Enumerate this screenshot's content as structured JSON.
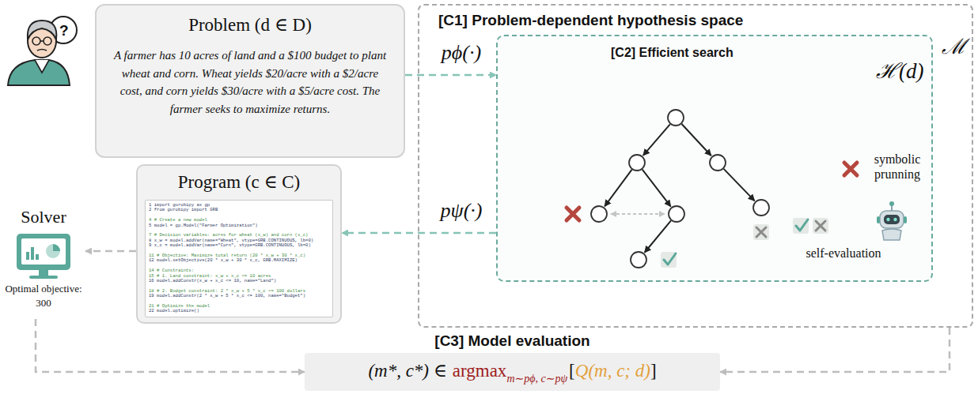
{
  "diagram": {
    "nodes": [
      {
        "text": [
          "Problem (d ∈ D)",
          "A farmer has 10 acres of land and a $100 budget to plant wheat and corn. Wheat yields $20/acre with a $2/acre cost, and corn yields $30/acre with a $5/acre cost. The farmer seeks to maximize returns."
        ]
      },
      {
        "text": [
          "[C1] Problem-dependent hypothesis space",
          "ℳ"
        ]
      },
      {
        "text": [
          "[C2] Efficient search",
          "ℋ(d)",
          "symbolic prunning",
          "self-evaluation"
        ],
        "in": 1
      },
      {
        "text": [
          "Program (c ∈ C)"
        ]
      },
      {
        "text": [
          "1 import gurobipy as gp",
          "2 from gurobipy import GRB",
          "4 # Create a new model",
          "5 model = gp.Model(\"Farmer Optimization\")",
          "7 # Decision variables: acres for wheat (x_w) and corn (x_c)",
          "8 x_w = model.addVar(name=\"Wheat\", vtype=GRB.CONTINUOUS, lb=0)",
          "9 x_c = model.addVar(name=\"Corn\", vtype=GRB.CONTINUOUS, lb=0)",
          "11 # Objective: Maximize total return (20 * x_w + 30 * x_c)",
          "12 model.setObjective(20 * x_w + 30 * x_c, GRB.MAXIMIZE)",
          "14 # Constraints:",
          "15 # 1. Land constraint: x_w + x_c <= 10 acres",
          "16 model.addConstr(x_w + x_c <= 10, name=\"Land\")",
          "18 # 2. Budget constraint: 2 * x_w + 5 * x_c <= 100 dollars",
          "19 model.addConstr(2 * x_w + 5 * x_c <= 100, name=\"Budget\")",
          "21 # Optimize the model",
          "22 model.optimize()"
        ],
        "in": 3
      },
      {
        "text": [
          "Solver",
          "Optimal objective: 300"
        ]
      },
      {
        "text": [
          "[C3] Model evaluation",
          "(m*, c*) ∈",
          "argmax",
          "m∼pϕ, c∼pψ",
          "[",
          "Q(m, c; d)",
          "]"
        ]
      }
    ],
    "edges": [
      {
        "from": 0,
        "to": 2,
        "label": "pϕ(·)",
        "arrow": "to"
      },
      {
        "from": 2,
        "to": 3,
        "label": "pψ(·)",
        "arrow": "to"
      },
      {
        "from": 3,
        "to": 5,
        "arrow": "to"
      },
      {
        "from": 5,
        "to": 6,
        "arrow": "to"
      },
      {
        "from": 1,
        "to": 6,
        "arrow": "to"
      }
    ],
    "labels": [
      "?"
    ]
  }
}
